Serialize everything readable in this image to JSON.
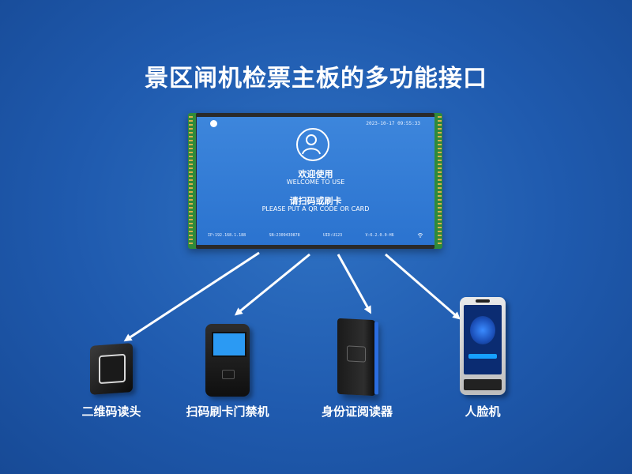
{
  "title": "景区闸机检票主板的多功能接口",
  "screen": {
    "datetime": "2023-10-17 09:55:33",
    "welcome_cn": "欢迎使用",
    "welcome_en": "WELCOME TO USE",
    "scan_cn": "请扫码或刷卡",
    "scan_en": "PLEASE PUT A QR CODE OR CARD",
    "ip": "IP:192.168.1.188",
    "sn": "SN:2309439878",
    "uid": "UID:U123",
    "version": "V:6.2.0.0-H6",
    "wifi_icon": "wifi-icon",
    "colors": {
      "screen_blue": "#2f7bd6",
      "board_green": "#2f8a3a"
    }
  },
  "devices": [
    {
      "label": "二维码读头",
      "icon": "qr-reader"
    },
    {
      "label": "扫码刷卡门禁机",
      "icon": "access-controller"
    },
    {
      "label": "身份证阅读器",
      "icon": "id-card-reader"
    },
    {
      "label": "人脸机",
      "icon": "face-terminal"
    }
  ]
}
